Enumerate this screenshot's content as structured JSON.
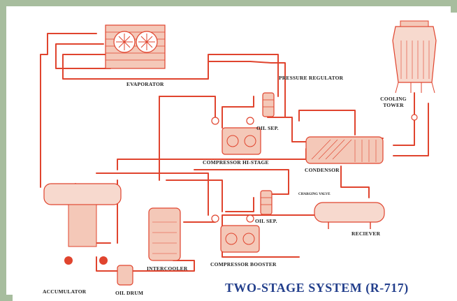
{
  "title": "TWO-STAGE SYSTEM (R-717)",
  "labels": {
    "evaporator": "EVAPORATOR",
    "pressure_regulator": "PRESSURE REGULATOR",
    "cooling_tower_line1": "COOLING",
    "cooling_tower_line2": "TOWER",
    "oil_sep_hi": "OIL SEP.",
    "compressor_hi_stage": "COMPRESSOR HI-STAGE",
    "condensor": "CONDENSOR",
    "charging_valve": "CHARGING VALVE",
    "oil_sep_booster": "OIL SEP.",
    "reciever": "RECIEVER",
    "intercooler": "INTERCOOLER",
    "compressor_booster": "COMPRESSOR BOOSTER",
    "accumulator": "ACCUMULATOR",
    "oil_drum": "OIL DRUM"
  },
  "colors": {
    "pipe": "#e0442e",
    "equipment_fill": "#f4c8b8",
    "frame": "#a7bd9e",
    "title": "#233f8c",
    "label": "#1e1e1e"
  }
}
